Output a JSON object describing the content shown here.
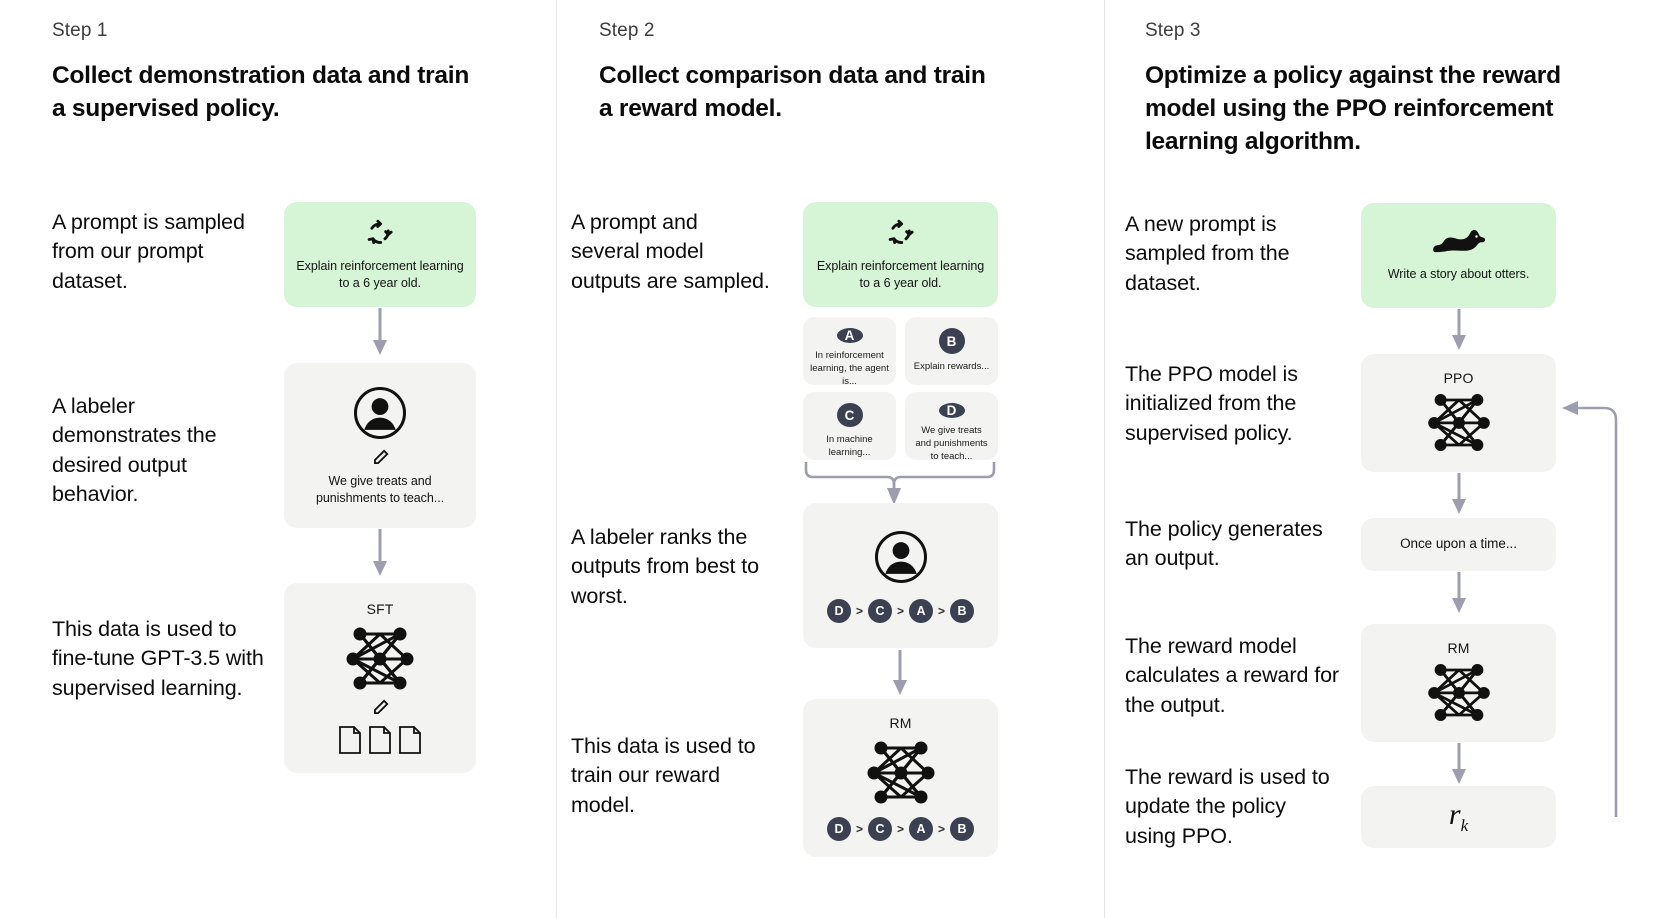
{
  "diagram": {
    "title": "InstructGPT / RLHF three-step training diagram",
    "accent_green": "#d6f5d6",
    "card_grey": "#f3f3f1",
    "arrow_color": "#9d9db0",
    "badge_color": "#3b4151"
  },
  "steps": [
    {
      "label": "Step 1",
      "title": "Collect demonstration data and train a supervised policy.",
      "descriptions": [
        "A prompt is sampled from our prompt dataset.",
        "A labeler demonstrates the desired output behavior.",
        "This data is used to fine-tune GPT-3.5 with supervised learning."
      ],
      "cards": [
        {
          "kind": "prompt",
          "icon": "refresh-cycle-icon",
          "caption": "Explain reinforcement learning to a 6 year old."
        },
        {
          "kind": "labeler",
          "icon": "person-circle-icon",
          "sub_icon": "pencil-icon",
          "caption": "We give treats and punishments to teach..."
        },
        {
          "kind": "model",
          "title": "SFT",
          "icon": "neural-network-icon",
          "sub_icon": "pencil-icon",
          "extra_icon": "documents-icon"
        }
      ]
    },
    {
      "label": "Step 2",
      "title": "Collect comparison data and train a reward model.",
      "descriptions": [
        "A prompt and several model outputs are sampled.",
        "A labeler ranks the outputs from best to worst.",
        "This data is used to train our reward model."
      ],
      "cards": [
        {
          "kind": "prompt",
          "icon": "refresh-cycle-icon",
          "caption": "Explain reinforcement learning to a 6 year old."
        },
        {
          "kind": "labeler",
          "icon": "person-circle-icon",
          "ranking": [
            "D",
            "C",
            "A",
            "B"
          ]
        },
        {
          "kind": "model",
          "title": "RM",
          "icon": "neural-network-icon",
          "ranking": [
            "D",
            "C",
            "A",
            "B"
          ]
        }
      ],
      "outputs": [
        {
          "badge": "A",
          "text": "In reinforcement learning, the agent is..."
        },
        {
          "badge": "B",
          "text": "Explain rewards..."
        },
        {
          "badge": "C",
          "text": "In machine learning..."
        },
        {
          "badge": "D",
          "text": "We give treats and punishments to teach..."
        }
      ]
    },
    {
      "label": "Step 3",
      "title": "Optimize a policy against the reward model using the PPO reinforcement learning algorithm.",
      "descriptions": [
        "A new prompt is sampled from the dataset.",
        "The PPO model is initialized from the supervised policy.",
        "The policy generates an output.",
        "The reward model calculates a reward for the output.",
        "The reward is used to update the policy using PPO."
      ],
      "cards": [
        {
          "kind": "prompt",
          "icon": "otter-icon",
          "caption": "Write a story about otters."
        },
        {
          "kind": "model",
          "title": "PPO",
          "icon": "neural-network-icon"
        },
        {
          "kind": "output",
          "caption": "Once upon a time..."
        },
        {
          "kind": "model",
          "title": "RM",
          "icon": "neural-network-icon"
        },
        {
          "kind": "reward",
          "symbol": "r",
          "subscript": "k"
        }
      ]
    }
  ]
}
